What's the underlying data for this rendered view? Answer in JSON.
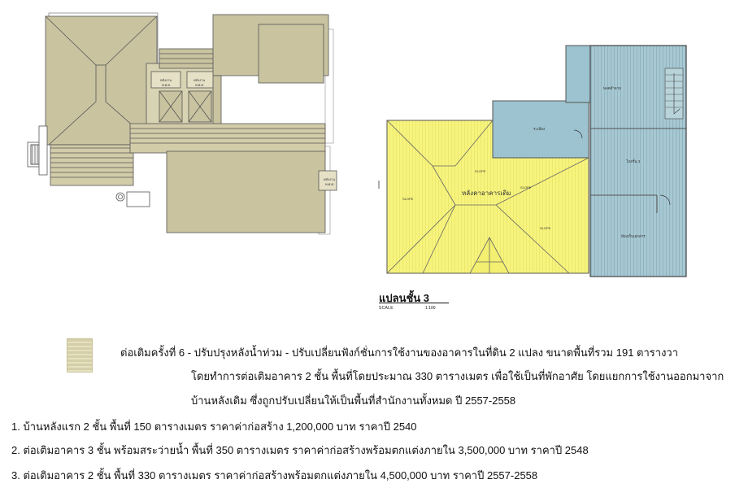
{
  "plan": {
    "title": "แปลนชั้น 3",
    "scale_label": "SCALE",
    "scale_value": "1:100",
    "roof_label": "หลังคาอาคารเดิม",
    "slope_label": "SLOPE",
    "rooms": {
      "room_1": "พลคจำลาย",
      "room_2": "ระเบียง",
      "room_3": "โถงชั้น 3",
      "room_4": "ห้องเก็บเอกสาร"
    },
    "roof_plan_tags": [
      "พลังงาน",
      "พ.ศ.ศ."
    ],
    "colors": {
      "existing_roof": "#c9c3a0",
      "yellow_roof": "#f7f47e",
      "blue_area": "#9cc3cf"
    }
  },
  "legend": {
    "line1": "ต่อเติมครั้งที่ 6 - ปรับปรุงหลังน้ำท่วม - ปรับเปลี่ยนฟังก์ชั่นการใช้งานของอาคารในที่ดิน 2 แปลง ขนาดพื้นที่รวม 191 ตารางวา",
    "line2": "โดยทำการต่อเติมอาคาร 2 ชั้น พื้นที่โดยประมาณ 330 ตารางเมตร เพื่อใช้เป็นที่พักอาศัย โดยแยกการใช้งานออกมาจาก",
    "line3": "บ้านหลังเดิม ซึ่งถูกปรับเปลี่ยนให้เป็นพื้นที่สำนักงานทั้งหมด ปี 2557-2558"
  },
  "list": [
    "1. บ้านหลังแรก 2 ชั้น พื้นที่ 150 ตารางเมตร ราคาค่าก่อสร้าง 1,200,000 บาท ราคาปี 2540",
    "2. ต่อเติมอาคาร 3 ชั้น พร้อมสระว่ายน้ำ พื้นที่ 350 ตารางเมตร ราคาค่าก่อสร้างพร้อมตกแต่งภายใน 3,500,000 บาท ราคาปี 2548",
    "3. ต่อเติมอาคาร 2 ชั้น พื้นที่ 330 ตารางเมตร ราคาค่าก่อสร้างพร้อมตกแต่งภายใน 4,500,000 บาท ราคาปี 2557-2558"
  ]
}
